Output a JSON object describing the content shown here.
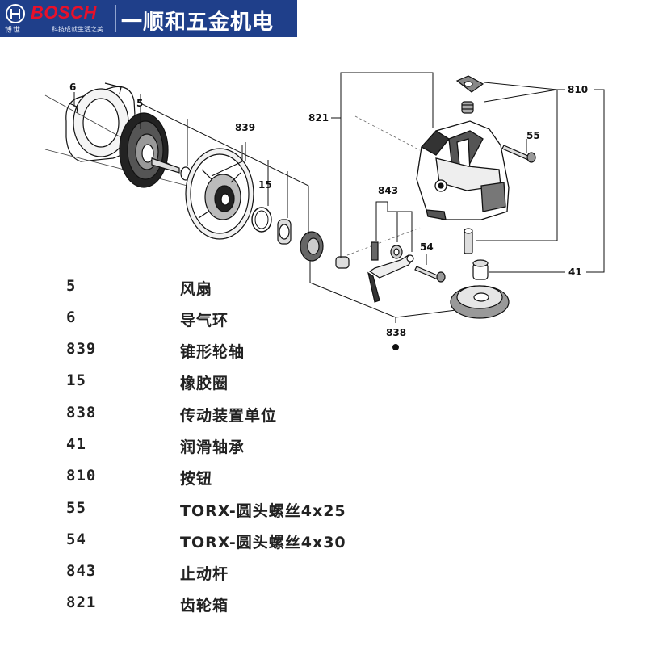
{
  "banner": {
    "brand": "BOSCH",
    "brand_cn": "博世",
    "tagline": "科技成就生活之美",
    "store_name": "一顺和五金机电",
    "brand_color": "#e8102a",
    "background_color": "#1f3f8a"
  },
  "diagram": {
    "callouts": {
      "c6": "6",
      "c5": "5",
      "c839": "839",
      "c15": "15",
      "c821": "821",
      "c843": "843",
      "c54": "54",
      "c838": "838",
      "c810": "810",
      "c55": "55",
      "c41": "41"
    }
  },
  "parts": [
    {
      "number": "5",
      "name": "风扇"
    },
    {
      "number": "6",
      "name": "导气环"
    },
    {
      "number": "839",
      "name": "锥形轮轴"
    },
    {
      "number": "15",
      "name": "橡胶圈"
    },
    {
      "number": "838",
      "name": "传动装置单位"
    },
    {
      "number": "41",
      "name": "润滑轴承"
    },
    {
      "number": "810",
      "name": "按钮"
    },
    {
      "number": "55",
      "name": "TORX-圆头螺丝4x25"
    },
    {
      "number": "54",
      "name": "TORX-圆头螺丝4x30"
    },
    {
      "number": "843",
      "name": "止动杆"
    },
    {
      "number": "821",
      "name": "齿轮箱"
    }
  ]
}
